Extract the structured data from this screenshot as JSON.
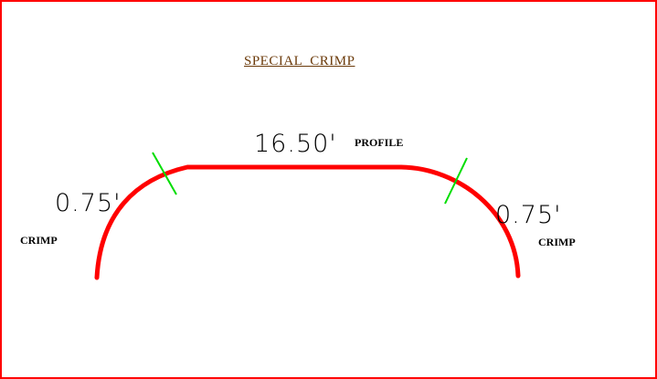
{
  "title": "SPECIAL  CRIMP",
  "colors": {
    "border": "#ff0000",
    "profile_line": "#ff0000",
    "tick_marks": "#00dd00",
    "title": "#6b3a0a",
    "text": "#000000"
  },
  "segments": {
    "left_crimp": {
      "dimension": "0.75'",
      "label": "CRIMP"
    },
    "profile": {
      "dimension": "16.50'",
      "label": "PROFILE"
    },
    "right_crimp": {
      "dimension": "0.75'",
      "label": "CRIMP"
    }
  }
}
